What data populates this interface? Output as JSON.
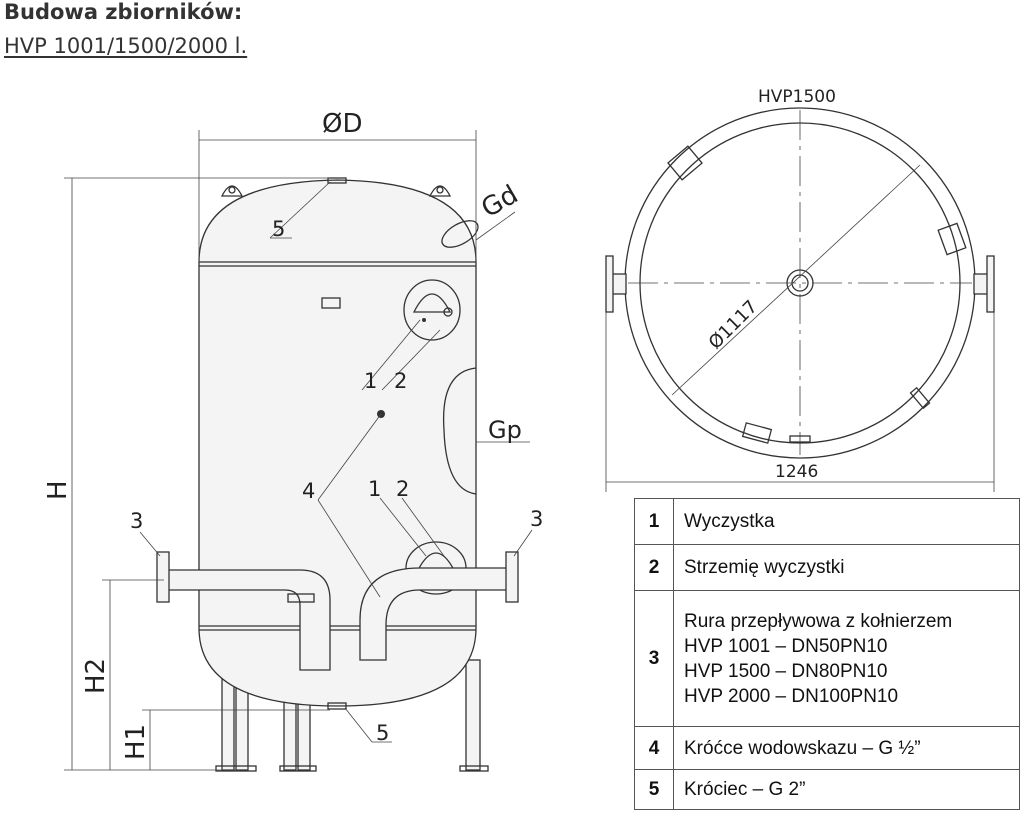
{
  "header": {
    "title": "Budowa zbiorników:",
    "subtitle": "HVP 1001/1500/2000 l."
  },
  "side_view": {
    "dim_diameter": "ØD",
    "dim_height": "H",
    "dim_h2": "H2",
    "dim_h1": "H1",
    "label_gd": "Gd",
    "label_gp": "Gp",
    "callout_5_top": "5",
    "callout_5_bottom": "5",
    "callout_1_upper": "1",
    "callout_2_upper": "2",
    "callout_1_lower": "1",
    "callout_2_lower": "2",
    "callout_4": "4",
    "callout_3_left": "3",
    "callout_3_right": "3"
  },
  "top_view": {
    "title": "HVP1500",
    "dim_inner": "Ø1117",
    "dim_outer": "1246"
  },
  "legend": [
    {
      "num": "1",
      "lines": [
        "Wyczystka"
      ]
    },
    {
      "num": "2",
      "lines": [
        "Strzemię wyczystki"
      ]
    },
    {
      "num": "3",
      "lines": [
        "Rura przepływowa z kołnierzem",
        "HVP 1001 – DN50PN10",
        "HVP 1500 – DN80PN10",
        "HVP 2000 – DN100PN10"
      ]
    },
    {
      "num": "4",
      "lines": [
        "Króćce wodowskazu – G ½”"
      ]
    },
    {
      "num": "5",
      "lines": [
        "Króciec – G 2”"
      ]
    }
  ]
}
